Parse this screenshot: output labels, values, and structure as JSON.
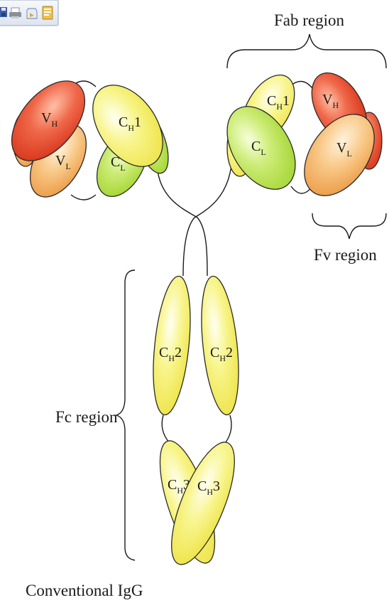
{
  "toolbar": {
    "icons": [
      "save-icon",
      "print-icon",
      "attach-icon",
      "document-icon"
    ]
  },
  "diagram": {
    "title": "Conventional IgG",
    "regions": {
      "fab": "Fab region",
      "fv": "Fv region",
      "fc": "Fc region"
    },
    "domains": {
      "vh": {
        "main": "V",
        "sub": "H"
      },
      "vl": {
        "main": "V",
        "sub": "L"
      },
      "ch1": {
        "main": "C",
        "sub": "H",
        "suffix": "1"
      },
      "cl": {
        "main": "C",
        "sub": "L"
      },
      "ch2": {
        "main": "C",
        "sub": "H",
        "suffix": "2"
      },
      "ch3": {
        "main": "C",
        "sub": "H",
        "suffix": "3"
      }
    },
    "colors": {
      "red": "#e0452a",
      "orange": "#f0ac5c",
      "yellow": "#f2ef5c",
      "green": "#b9e046",
      "outline": "#2a2a2a"
    }
  }
}
